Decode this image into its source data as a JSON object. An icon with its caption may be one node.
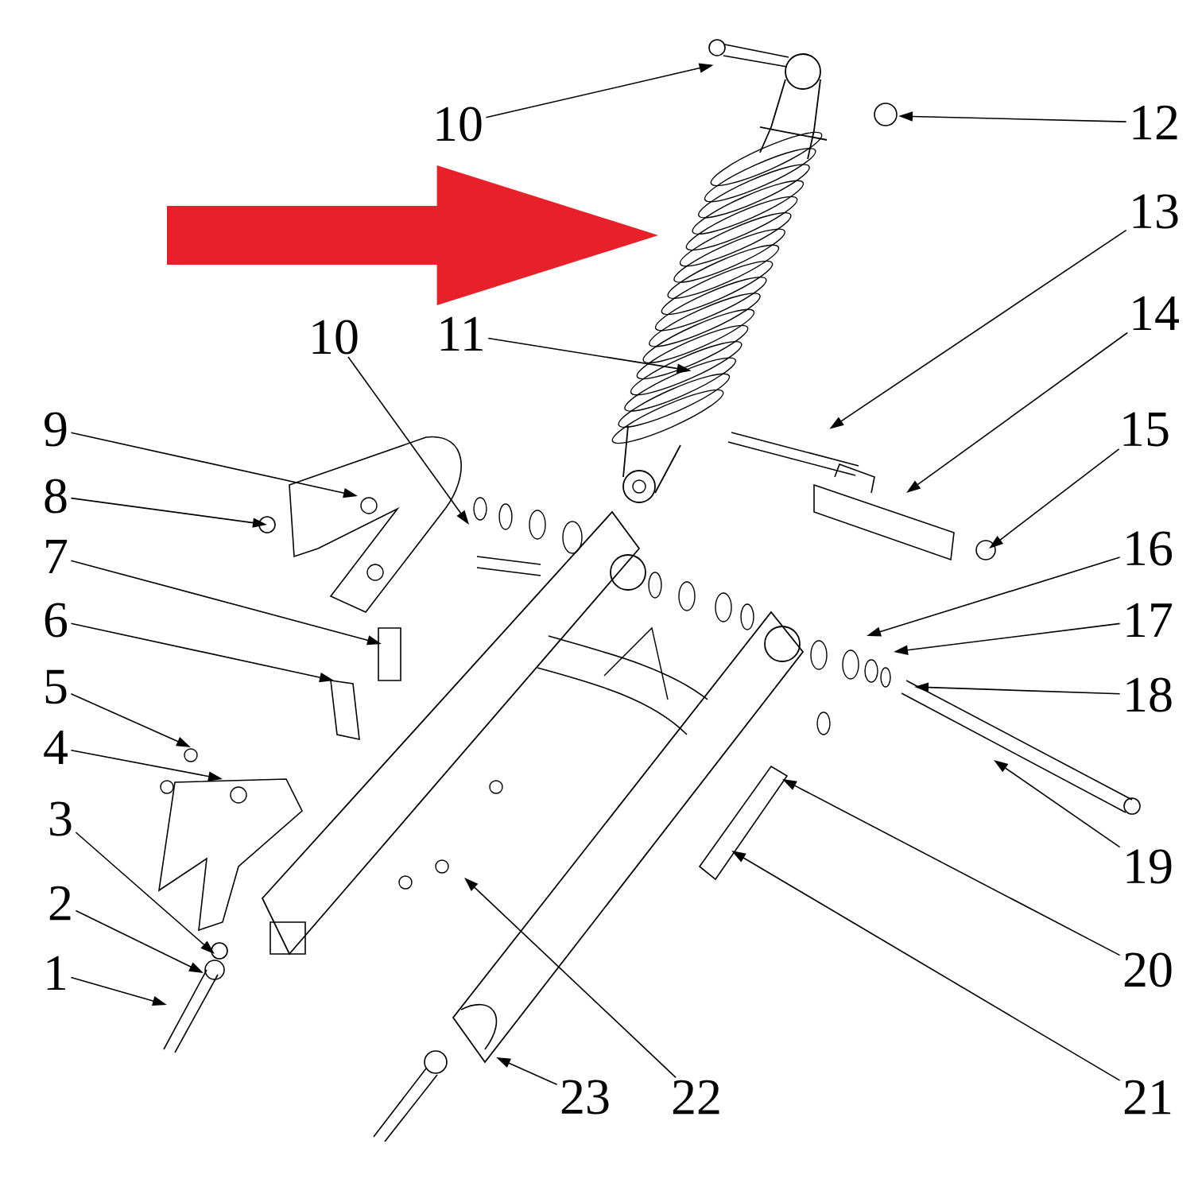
{
  "diagram": {
    "nodes": [
      {
        "text": [
          "10"
        ]
      },
      {
        "text": [
          "12"
        ]
      },
      {
        "text": [
          "13"
        ]
      },
      {
        "text": [
          "14"
        ]
      },
      {
        "text": [
          "10"
        ]
      },
      {
        "text": [
          "11"
        ]
      },
      {
        "text": [
          "9"
        ]
      },
      {
        "text": [
          "15"
        ]
      },
      {
        "text": [
          "8"
        ]
      },
      {
        "text": [
          "16"
        ]
      },
      {
        "text": [
          "7"
        ]
      },
      {
        "text": [
          "17"
        ]
      },
      {
        "text": [
          "6"
        ]
      },
      {
        "text": [
          "18"
        ]
      },
      {
        "text": [
          "5"
        ]
      },
      {
        "text": [
          "4"
        ]
      },
      {
        "text": [
          "3"
        ]
      },
      {
        "text": [
          "19"
        ]
      },
      {
        "text": [
          "2"
        ]
      },
      {
        "text": [
          "20"
        ]
      },
      {
        "text": [
          "1"
        ]
      },
      {
        "text": [
          "23"
        ]
      },
      {
        "text": [
          "22"
        ]
      },
      {
        "text": [
          "21"
        ]
      },
      {
        "text": [],
        "shape": "picture"
      },
      {
        "text": [],
        "shape": "picture"
      },
      {
        "text": [],
        "shape": "picture"
      }
    ],
    "edges": [
      {
        "from": 0,
        "to": 25,
        "arrow": "to"
      },
      {
        "from": 1,
        "to": null,
        "arrow": "to"
      },
      {
        "from": 2,
        "to": 26,
        "arrow": "to"
      },
      {
        "from": 3,
        "to": null,
        "arrow": "to"
      },
      {
        "from": 4,
        "to": null,
        "arrow": "to"
      },
      {
        "from": 5,
        "to": 24,
        "arrow": "to"
      },
      {
        "from": 6,
        "to": null,
        "arrow": "to"
      },
      {
        "from": 7,
        "to": null,
        "arrow": "to"
      },
      {
        "from": 8,
        "to": null,
        "arrow": "to"
      },
      {
        "from": 9,
        "to": null,
        "arrow": "to"
      },
      {
        "from": 10,
        "to": null,
        "arrow": "to"
      },
      {
        "from": 11,
        "to": null,
        "arrow": "to"
      },
      {
        "from": 12,
        "to": null,
        "arrow": "to"
      },
      {
        "from": 13,
        "to": null,
        "arrow": "to"
      },
      {
        "from": 14,
        "to": null,
        "arrow": "to"
      },
      {
        "from": 15,
        "to": null,
        "arrow": "to"
      },
      {
        "from": 16,
        "to": null,
        "arrow": "to"
      },
      {
        "from": 17,
        "to": null,
        "arrow": "to"
      },
      {
        "from": 18,
        "to": null,
        "arrow": "to"
      },
      {
        "from": 19,
        "to": null,
        "arrow": "to"
      },
      {
        "from": 20,
        "to": null,
        "arrow": "to"
      },
      {
        "from": 21,
        "to": null,
        "arrow": "to"
      },
      {
        "from": 22,
        "to": null,
        "arrow": "to"
      },
      {
        "from": 23,
        "to": null,
        "arrow": "to"
      },
      {
        "from": null,
        "to": 24,
        "arrow": "to",
        "style": "thick",
        "color": "#e8202a"
      }
    ]
  }
}
